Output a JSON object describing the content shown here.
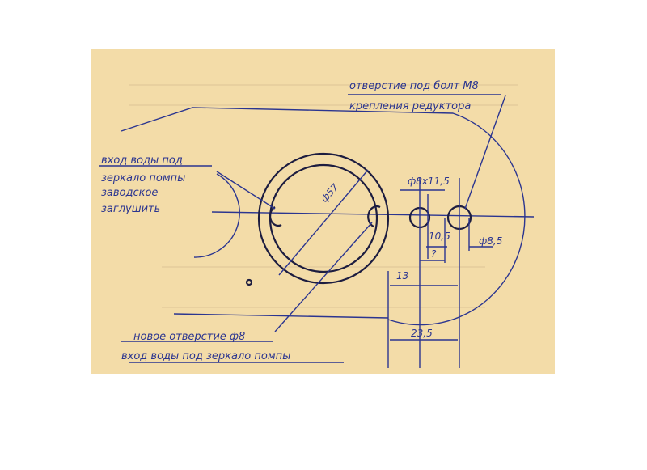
{
  "colors": {
    "paper": "#f3dca8",
    "ink": "#2b3590",
    "pencil": "#1d1d40"
  },
  "labels": {
    "bolt_hole_line1": "отверстие под болт М8",
    "bolt_hole_line2": "крепления редуктора",
    "water_inlet_line1": "вход воды под",
    "water_inlet_line2": "зеркало помпы",
    "water_inlet_line3": "заводское",
    "water_inlet_line4": "заглушить",
    "new_hole_line1": "новое отверстие ф8",
    "new_hole_line2": "вход воды под зеркало помпы"
  },
  "dimensions": {
    "big_diameter": "ф57",
    "slot": "ф8х11,5",
    "hole_diameter": "ф8,5",
    "gap": "10,5",
    "unknown": "?",
    "dist_13": "13",
    "dist_23_5": "23,5"
  }
}
